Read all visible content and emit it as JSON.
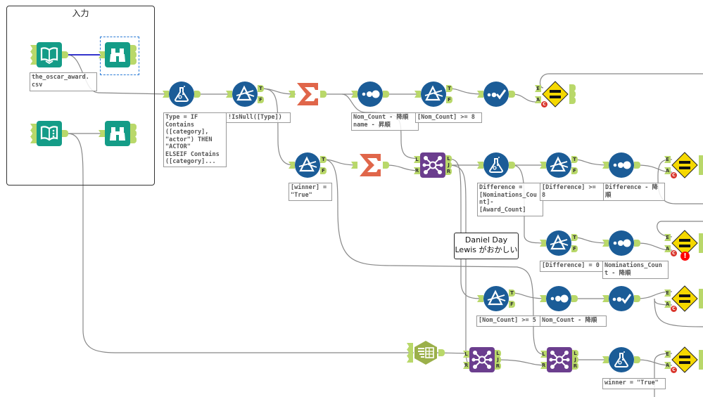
{
  "canvas": {
    "container_title": "入力",
    "comment": "Daniel Day\nLewis がおかしい"
  },
  "anchor_labels": {
    "true": "T",
    "false": "F",
    "left": "L",
    "join": "J",
    "right": "R",
    "expected": "E",
    "actual": "A",
    "compare": "C",
    "error": "!"
  },
  "annotations": {
    "input1": "the_oscar_award.\ncsv",
    "formula1": "Type = IF\nContains\n([category],\n\"actor\") THEN\n\"ACTOR\"\nELSEIF Contains\n([category]...",
    "filter1": "!IsNull([Type])",
    "filter_winner": "[winner] =\n\"True\"",
    "sort1": "Nom_Count - 降順\nname - 昇順",
    "filter2": "[Nom_Count] >= 8",
    "formula2": "Difference =\n[Nominations_Cou\nnt]-\n[Award_Count]",
    "filter4": "[Difference] >=\n8",
    "sort2": "Difference - 降\n順",
    "filter5": "[Difference] = 0",
    "sort3": "Nominations_Coun\nt - 降順",
    "filter6": "[Nom_Count] >= 5",
    "sort4": "Nom_Count - 降順",
    "formula3": "winner = \"True\""
  },
  "colors": {
    "input_teal": "#149c87",
    "tool_blue": "#1b5c97",
    "summarize_orange": "#e0664a",
    "join_purple": "#6b3e8e",
    "test_yellow": "#f5d800",
    "text_input_green": "#9bb04a",
    "anchor_green": "#b9d86a",
    "selected_wire": "#3333cc"
  }
}
